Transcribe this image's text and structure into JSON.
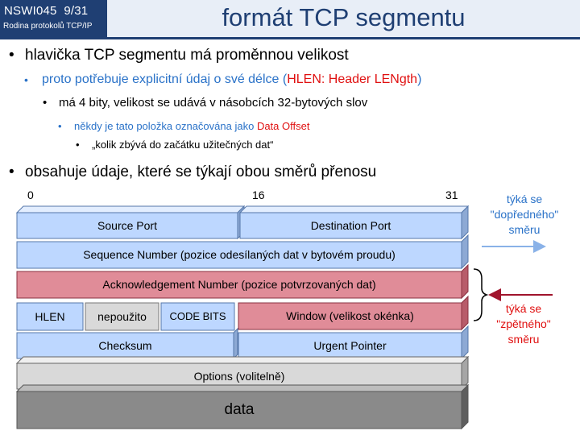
{
  "header": {
    "course_code": "NSWI045",
    "slide_number": "9/31",
    "course_subtitle": "Rodina protokolů TCP/IP",
    "title": "formát TCP segmentu"
  },
  "bullets": {
    "b1": "hlavička TCP segmentu má proměnnou velikost",
    "b2_pre": "proto potřebuje explicitní údaj o své délce (",
    "b2_hlen": "HLEN",
    "b2_colon": ": ",
    "b2_header": "Header LENgth",
    "b2_post": ")",
    "b3": "má 4 bity, velikost se udává v násobcích 32-bytových slov",
    "b4_pre": "někdy je tato položka označována jako ",
    "b4_red": "Data Offset",
    "b5": "„kolik zbývá do začátku užitečných dat“",
    "b6": "obsahuje údaje, které se týkají obou směrů přenosu"
  },
  "diagram": {
    "bit_0": "0",
    "bit_16": "16",
    "bit_31": "31",
    "fields": {
      "source_port": "Source Port",
      "destination_port": "Destination Port",
      "sequence_number": "Sequence Number (pozice odesílaných dat v bytovém proudu)",
      "acknowledgement_number": "Acknowledgement Number (pozice potvrzovaných dat)",
      "hlen": "HLEN",
      "unused": "nepoužito",
      "code_bits": "CODE BITS",
      "window": "Window (velikost okénka)",
      "checksum": "Checksum",
      "urgent_pointer": "Urgent Pointer",
      "options": "Options (volitelně)",
      "data": "data"
    },
    "forward_note": [
      "týká se",
      "\"dopředného\"",
      "směru"
    ],
    "backward_note": [
      "týká se",
      "\"zpětného\"",
      "směru"
    ]
  },
  "colors": {
    "header_dark": "#1f3f73",
    "blue_cell": "#bdd7ff",
    "red_cell": "#e08c98",
    "gray_cell": "#d9d9d9",
    "dark_cell": "#8a8a8a",
    "accent_blue": "#2a72c8",
    "accent_red": "#e01010",
    "arrow_red": "#a0142c"
  }
}
